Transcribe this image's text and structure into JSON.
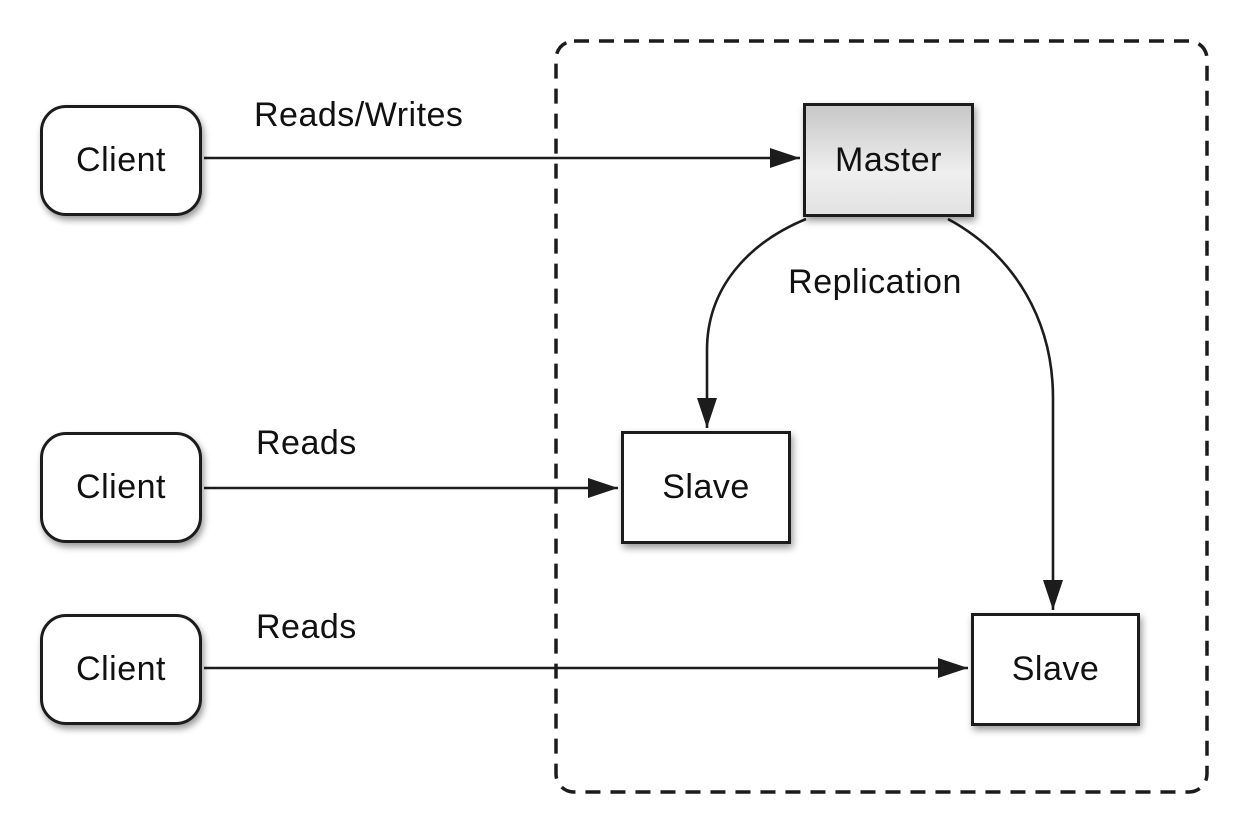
{
  "diagram": {
    "type": "master-slave-replication",
    "container": {
      "name": "replication-cluster-boundary",
      "style": "dashed-rounded-rectangle"
    },
    "nodes": {
      "clients": [
        {
          "label": "Client"
        },
        {
          "label": "Client"
        },
        {
          "label": "Client"
        }
      ],
      "master": {
        "label": "Master"
      },
      "slaves": [
        {
          "label": "Slave"
        },
        {
          "label": "Slave"
        }
      ]
    },
    "edges": {
      "reads_writes": {
        "label": "Reads/Writes",
        "from": "client-1",
        "to": "master"
      },
      "reads_mid": {
        "label": "Reads",
        "from": "client-2",
        "to": "slave-1"
      },
      "reads_bottom": {
        "label": "Reads",
        "from": "client-3",
        "to": "slave-2"
      },
      "replication": {
        "label": "Replication",
        "from": "master",
        "to": "slave-1 and slave-2"
      }
    },
    "colors": {
      "background": "#ffffff",
      "stroke": "#1c1c1c",
      "node_fill": "#ffffff",
      "master_fill_top": "#c7c7c7",
      "master_fill_bottom": "#e2e2e2",
      "text": "#111111"
    }
  }
}
